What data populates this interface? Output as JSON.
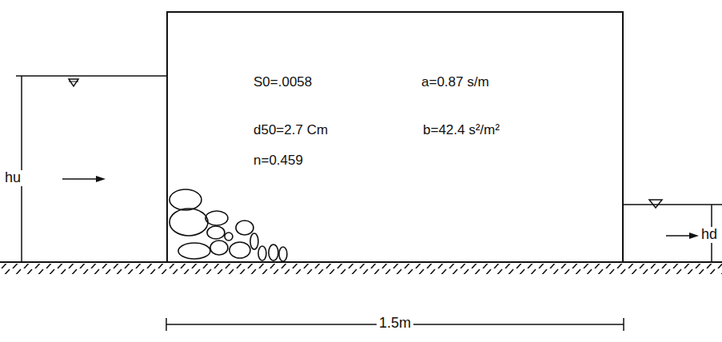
{
  "diagram": {
    "nodes": [
      {
        "text": [
          "S0=.0058",
          "a=0.87  s/m",
          "d50=2.7 Cm",
          "b=42.4  s²/m²",
          "n=0.459"
        ]
      }
    ],
    "labels": [
      "hu",
      "hd",
      "1.5m"
    ]
  }
}
